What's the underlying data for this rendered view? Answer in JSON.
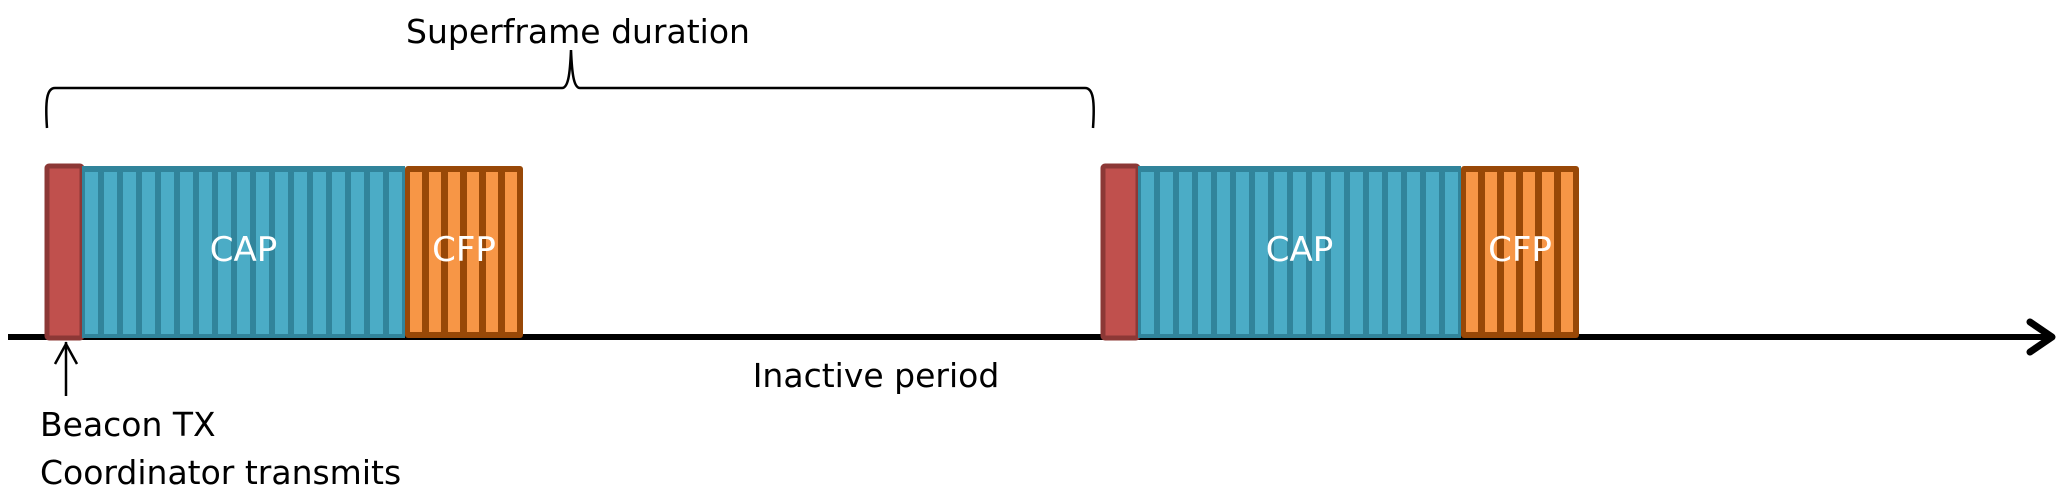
{
  "title": "Superframe duration",
  "inactive_label": "Inactive period",
  "beacon_label": "Beacon TX",
  "coordinator_label": "Coordinator transmits",
  "superframes": [
    {
      "cap_label": "CAP",
      "cfp_label": "CFP",
      "cap_slots": 17,
      "cfp_slots": 6
    },
    {
      "cap_label": "CAP",
      "cfp_label": "CFP",
      "cap_slots": 17,
      "cfp_slots": 6
    }
  ],
  "colors": {
    "beacon_fill": "#c0504d",
    "beacon_stroke": "#8c3836",
    "cap_fill": "#4bacc6",
    "cap_stroke": "#31849b",
    "cfp_fill": "#f79646",
    "cfp_stroke": "#984807"
  }
}
